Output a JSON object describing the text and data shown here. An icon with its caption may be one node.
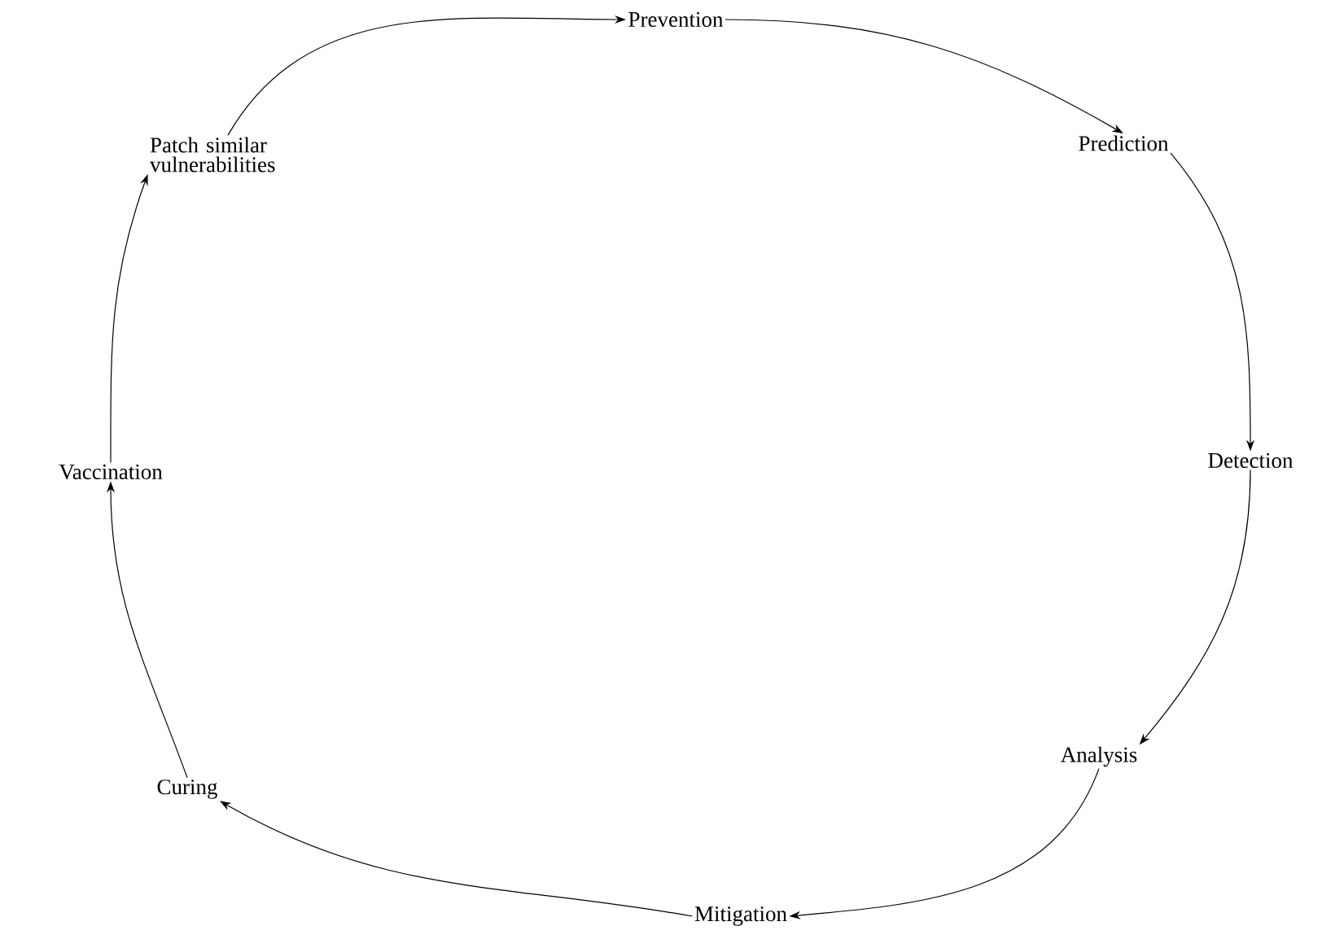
{
  "diagram": {
    "nodes": [
      {
        "text": [
          "Prevention"
        ]
      },
      {
        "text": [
          "Prediction"
        ]
      },
      {
        "text": [
          "Detection"
        ]
      },
      {
        "text": [
          "Analysis"
        ]
      },
      {
        "text": [
          "Mitigation"
        ]
      },
      {
        "text": [
          "Curing"
        ]
      },
      {
        "text": [
          "Vaccination"
        ]
      },
      {
        "text": [
          "Patch similar vulnerabilities"
        ]
      }
    ],
    "edges": [
      {
        "from": 0,
        "to": 1,
        "arrow": "to"
      },
      {
        "from": 1,
        "to": 2,
        "arrow": "to"
      },
      {
        "from": 2,
        "to": 3,
        "arrow": "to"
      },
      {
        "from": 3,
        "to": 4,
        "arrow": "to"
      },
      {
        "from": 4,
        "to": 5,
        "arrow": "to"
      },
      {
        "from": 5,
        "to": 6,
        "arrow": "to"
      },
      {
        "from": 6,
        "to": 7,
        "arrow": "to"
      },
      {
        "from": 7,
        "to": 0,
        "arrow": "to"
      }
    ]
  }
}
